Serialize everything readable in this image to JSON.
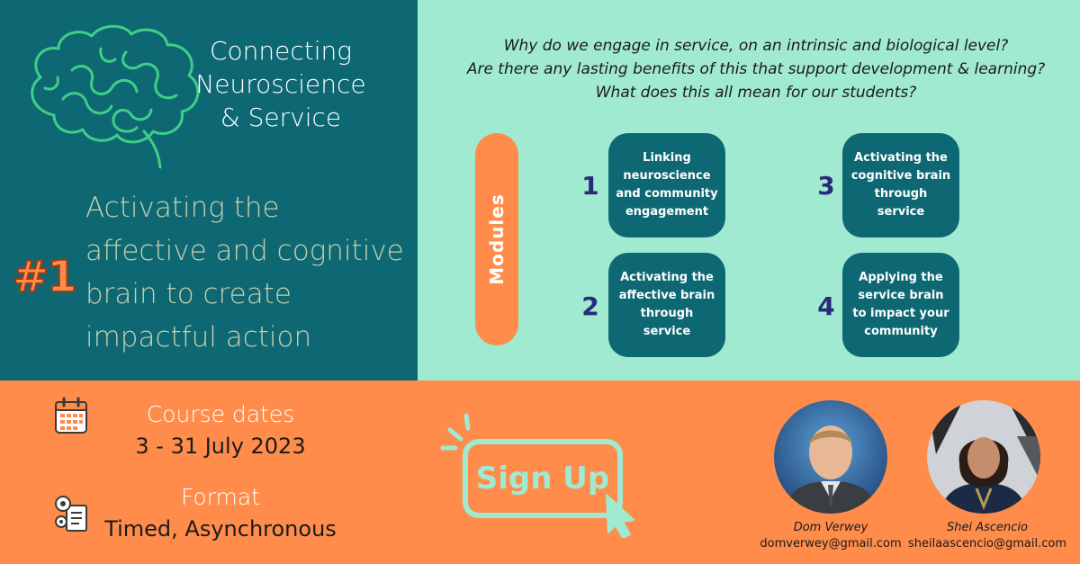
{
  "header": {
    "title_lines": [
      "Connecting",
      "Neuroscience",
      "& Service"
    ],
    "module_number": "#1",
    "subtitle_lines": [
      "Activating the",
      "affective and cognitive",
      "brain to create",
      "impactful action"
    ]
  },
  "questions": [
    "Why do we engage in service, on an intrinsic and biological level?",
    "Are there any lasting benefits of this that support development & learning?",
    "What does this all mean for our students?"
  ],
  "modules": {
    "label": "Modules",
    "items": [
      {
        "number": "1",
        "title": "Linking neuroscience and community engagement"
      },
      {
        "number": "2",
        "title": "Activating the affective brain through service"
      },
      {
        "number": "3",
        "title": "Activating the cognitive brain through service"
      },
      {
        "number": "4",
        "title": "Applying the service brain to impact your community"
      }
    ]
  },
  "course": {
    "dates_label": "Course dates",
    "dates_value": "3 - 31 July 2023",
    "format_label": "Format",
    "format_value": "Timed, Asynchronous"
  },
  "signup": {
    "label": "Sign Up"
  },
  "people": [
    {
      "name": "Dom Verwey",
      "email": "domverwey@gmail.com"
    },
    {
      "name": "Shei Ascencio",
      "email": "sheilaascencio@gmail.com"
    }
  ],
  "colors": {
    "teal": "#0e6873",
    "mint": "#a0ead2",
    "orange": "#ff8c4a",
    "navy_number": "#2a2a78",
    "brain_green": "#3ecf85"
  },
  "icons": [
    "brain-icon",
    "calendar-icon",
    "format-icon",
    "cursor-click-icon"
  ]
}
